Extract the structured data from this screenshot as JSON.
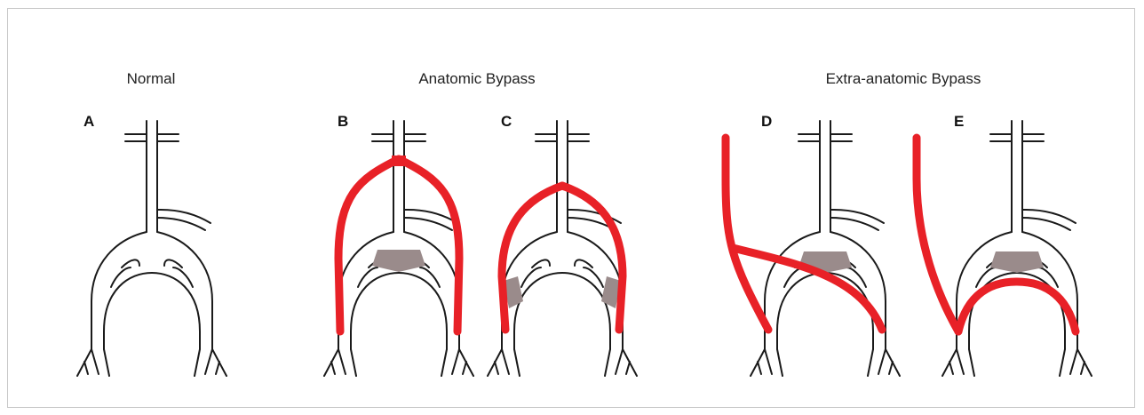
{
  "groups": {
    "normal": "Normal",
    "anatomic": "Anatomic Bypass",
    "extra_anatomic": "Extra-anatomic Bypass"
  },
  "panels": {
    "a": "A",
    "b": "B",
    "c": "C",
    "d": "D",
    "e": "E"
  },
  "colors": {
    "graft": "#e82127",
    "occlusion": "#9a8b8b",
    "vessel_outline": "#1a1a1a",
    "frame_border": "#c8c8c8"
  }
}
